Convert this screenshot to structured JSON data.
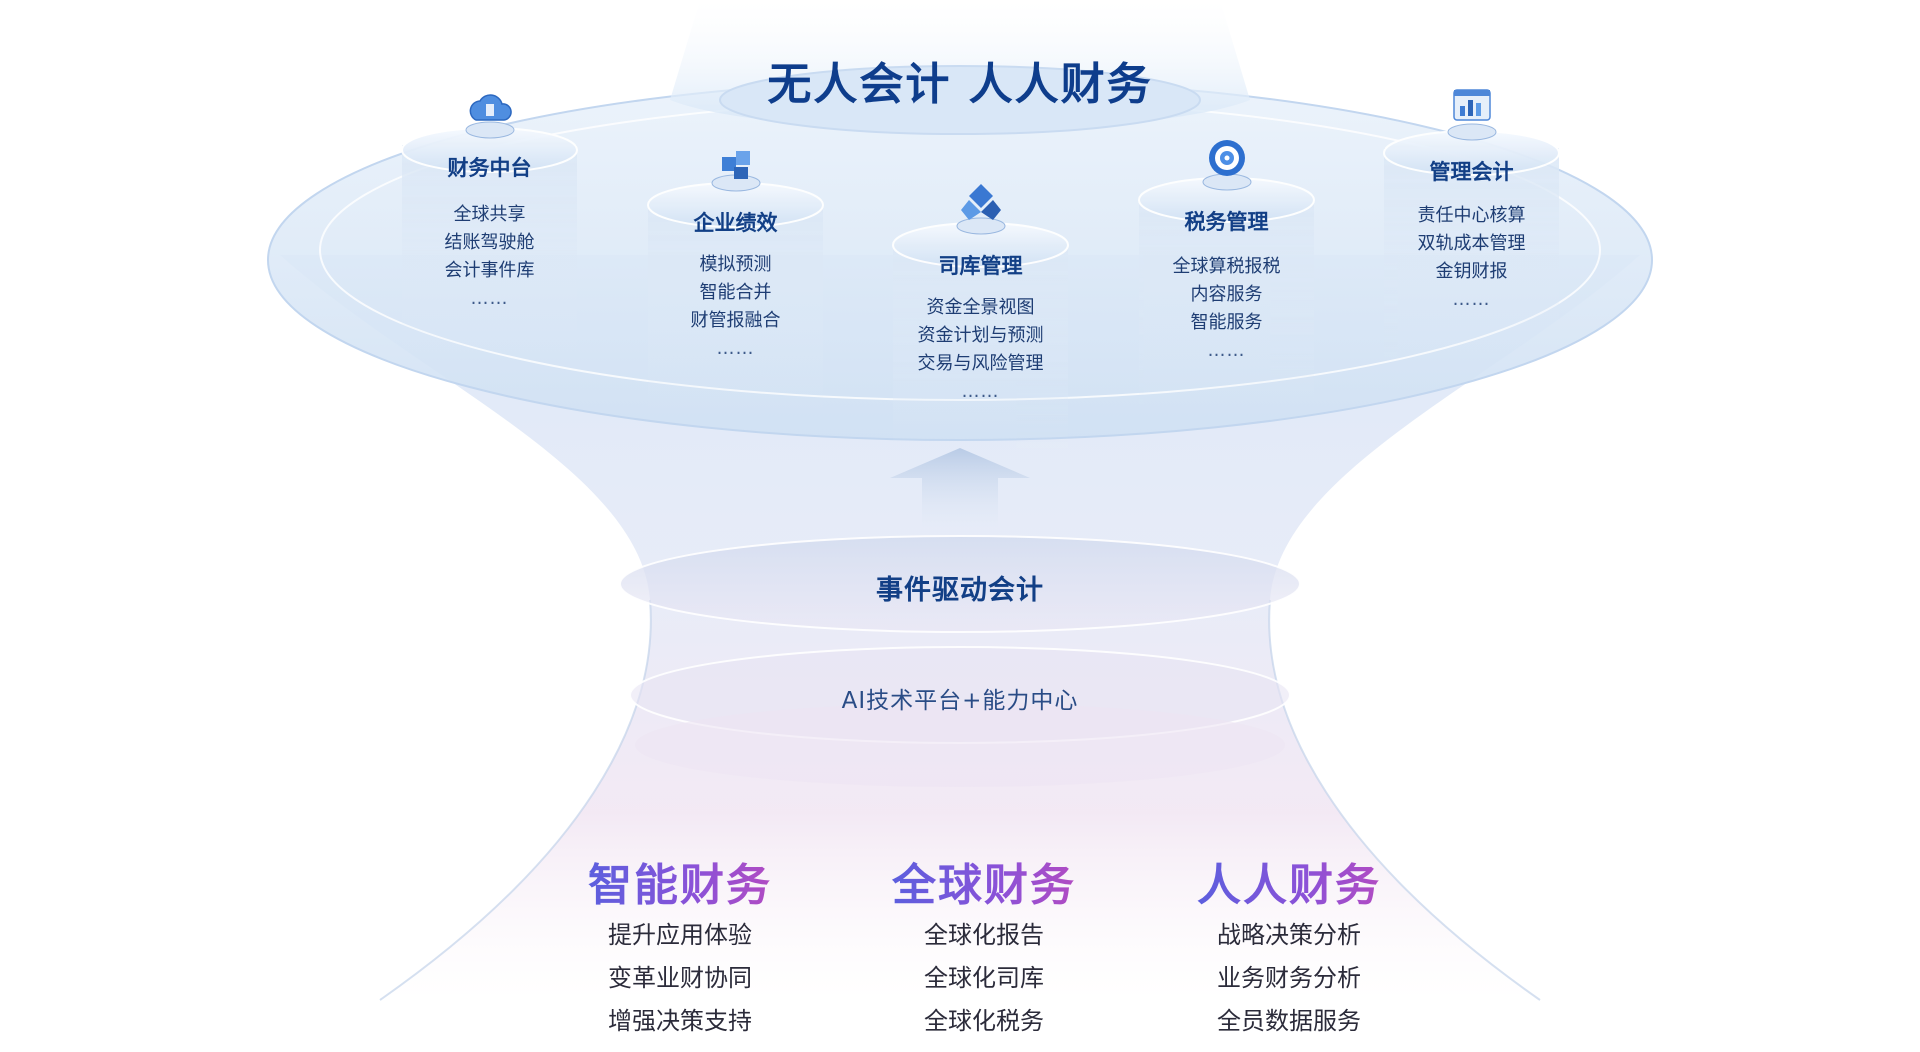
{
  "title": "无人会计 人人财务",
  "modules": [
    {
      "title": "财务中台",
      "items": [
        "全球共享",
        "结账驾驶舱",
        "会计事件库",
        "……"
      ],
      "icon": "cloud-icon"
    },
    {
      "title": "企业绩效",
      "items": [
        "模拟预测",
        "智能合并",
        "财管报融合",
        "……"
      ],
      "icon": "cubes-icon"
    },
    {
      "title": "司库管理",
      "items": [
        "资金全景视图",
        "资金计划与预测",
        "交易与风险管理",
        "……"
      ],
      "icon": "ribbon-logo-icon"
    },
    {
      "title": "税务管理",
      "items": [
        "全球算税报税",
        "内容服务",
        "智能服务",
        "……"
      ],
      "icon": "target-icon"
    },
    {
      "title": "管理会计",
      "items": [
        "责任中心核算",
        "双轨成本管理",
        "金钥财报",
        "……"
      ],
      "icon": "dashboard-icon"
    }
  ],
  "event_driven": "事件驱动会计",
  "ai_platform": "AI技术平台+能力中心",
  "pillars": [
    {
      "title": "智能财务",
      "items": [
        "提升应用体验",
        "变革业财协同",
        "增强决策支持"
      ]
    },
    {
      "title": "全球财务",
      "items": [
        "全球化报告",
        "全球化司库",
        "全球化税务"
      ]
    },
    {
      "title": "人人财务",
      "items": [
        "战略决策分析",
        "业务财务分析",
        "全员数据服务"
      ]
    }
  ],
  "colors": {
    "title_blue": "#0e3d8c",
    "module_title": "#123f86",
    "gradient_start": "#4b63e0",
    "gradient_end": "#c448b8"
  }
}
